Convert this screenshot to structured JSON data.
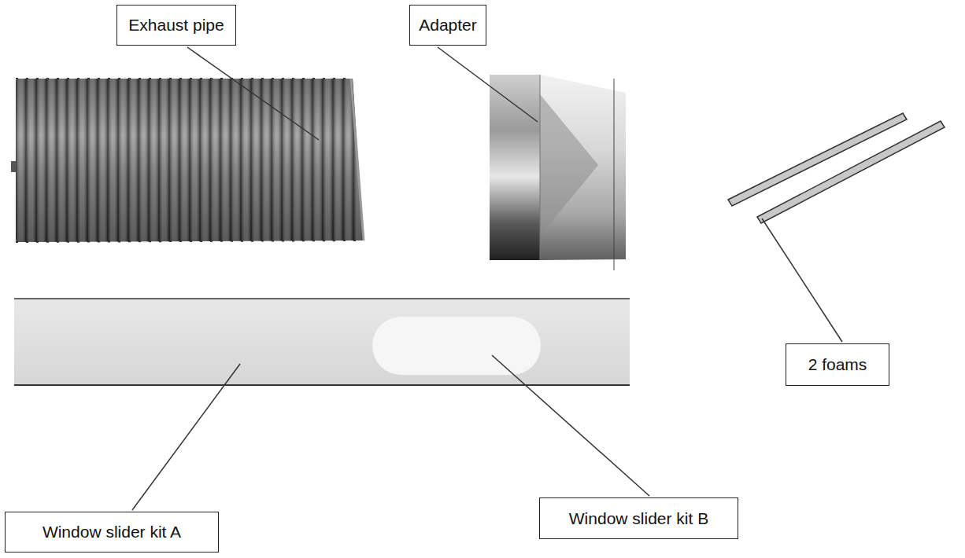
{
  "diagram": {
    "nodes": [
      {
        "text": [
          "Exhaust pipe"
        ]
      },
      {
        "text": [
          "Adapter"
        ]
      },
      {
        "text": [
          "2 foams"
        ]
      },
      {
        "text": [
          "Window slider kit A"
        ]
      },
      {
        "text": [
          "Window slider kit B"
        ]
      }
    ]
  }
}
